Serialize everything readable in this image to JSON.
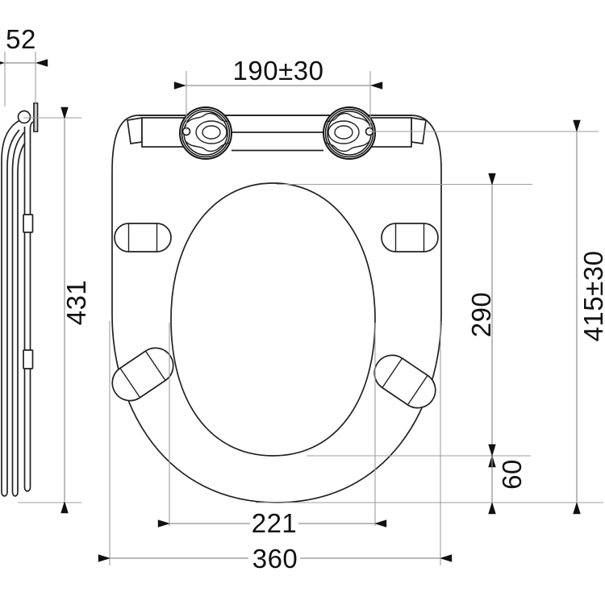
{
  "drawing": {
    "type": "technical-dimension-drawing",
    "subject": "toilet seat with soft-close hinges, top view and side profile"
  },
  "colors": {
    "background": "#ffffff",
    "outline": "#222222",
    "extension_line": "#9e9e9e",
    "dimension_line": "#8f8f8f",
    "arrow": "#111111",
    "text": "#111111"
  },
  "dimensions": {
    "lid_thickness": {
      "label": "52"
    },
    "side_height": {
      "label": "431"
    },
    "hinge_hole_spacing": {
      "label": "190±30"
    },
    "opening_length": {
      "label": "290"
    },
    "total_length": {
      "label": "415±30"
    },
    "front_edge": {
      "label": "60"
    },
    "opening_width": {
      "label": "221"
    },
    "total_width": {
      "label": "360"
    }
  }
}
